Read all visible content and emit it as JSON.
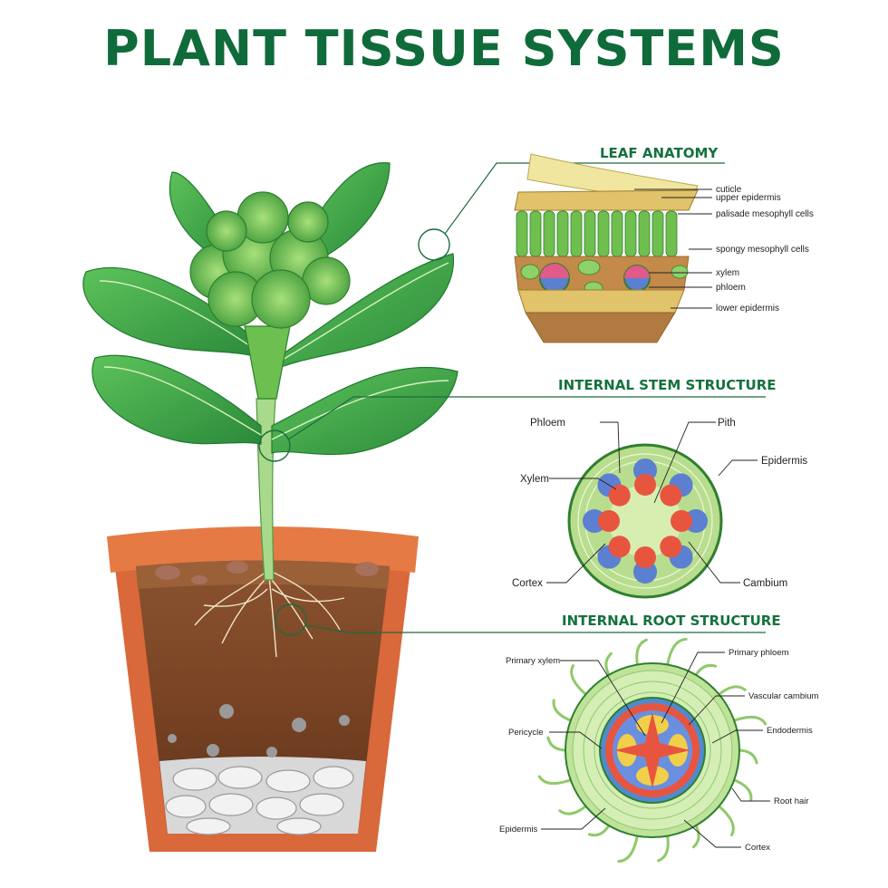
{
  "title": "PLANT TISSUE SYSTEMS",
  "leaf": {
    "heading": "LEAF ANATOMY",
    "labels": [
      "cuticle",
      "upper epidermis",
      "palisade mesophyll cells",
      "spongy mesophyll cells",
      "xylem",
      "phloem",
      "lower epidermis"
    ]
  },
  "stem": {
    "heading": "INTERNAL STEM STRUCTURE",
    "labels": {
      "phloem": "Phloem",
      "pith": "Pith",
      "epidermis": "Epidermis",
      "xylem": "Xylem",
      "cortex": "Cortex",
      "cambium": "Cambium"
    }
  },
  "root": {
    "heading": "INTERNAL ROOT STRUCTURE",
    "labels": {
      "primary_xylem": "Primary xylem",
      "primary_phloem": "Primary phloem",
      "vascular_cambium": "Vascular cambium",
      "pericycle": "Pericycle",
      "endodermis": "Endodermis",
      "root_hair": "Root hair",
      "epidermis": "Epidermis",
      "cortex": "Cortex"
    }
  },
  "colors": {
    "title": "#0f6b3a",
    "connector": "#1d6b3f",
    "leaf_green": "#3fae3f",
    "xylem_red": "#e8553f",
    "phloem_blue": "#5b7fd1",
    "pot_orange": "#d9683a",
    "soil_brown": "#7a4424"
  }
}
